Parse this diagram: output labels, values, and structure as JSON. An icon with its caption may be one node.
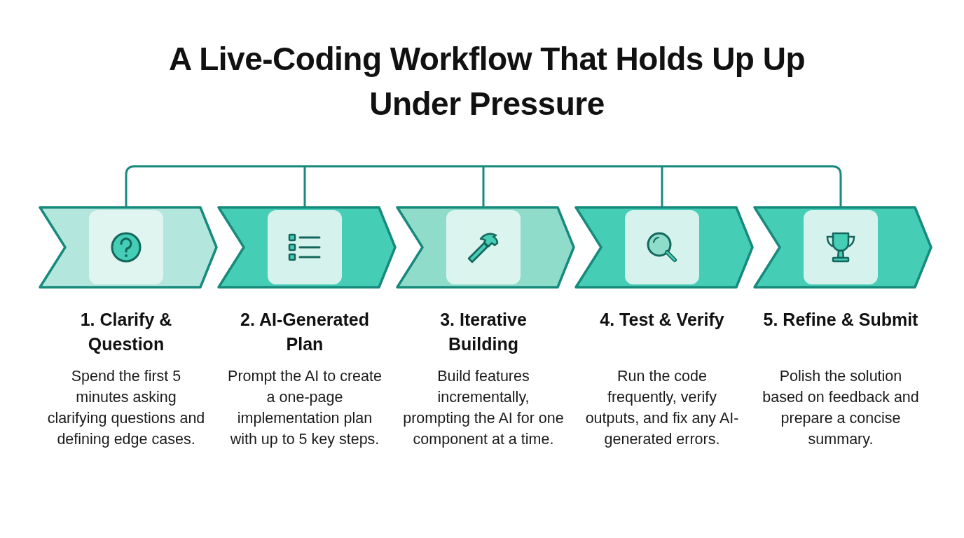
{
  "diagram": {
    "title": "A Live-Coding Workflow That Holds Up Up Under Pressure",
    "nodes": [
      {
        "text": [
          "1. Clarify & Question",
          "Spend the first 5 minutes asking clarifying questions and defining edge cases."
        ]
      },
      {
        "text": [
          "2. AI-Generated Plan",
          "Prompt the AI to create a one-page implementation plan with up to 5 key steps."
        ]
      },
      {
        "text": [
          "3. Iterative Building",
          "Build features incrementally, prompting the AI for one component at a time."
        ]
      },
      {
        "text": [
          "4. Test & Verify",
          "Run the code frequently, verify outputs, and fix any AI-generated errors."
        ]
      },
      {
        "text": [
          "5. Refine & Submit",
          "Polish the solution based on feedback and prepare a concise summary."
        ]
      },
      {
        "text": [],
        "shape": "bar"
      }
    ],
    "edges": [
      {
        "from": 5,
        "to": 0,
        "arrow": "none"
      },
      {
        "from": 5,
        "to": 1,
        "arrow": "none"
      },
      {
        "from": 5,
        "to": 2,
        "arrow": "none"
      },
      {
        "from": 5,
        "to": 3,
        "arrow": "none"
      },
      {
        "from": 5,
        "to": 4,
        "arrow": "none"
      }
    ]
  }
}
